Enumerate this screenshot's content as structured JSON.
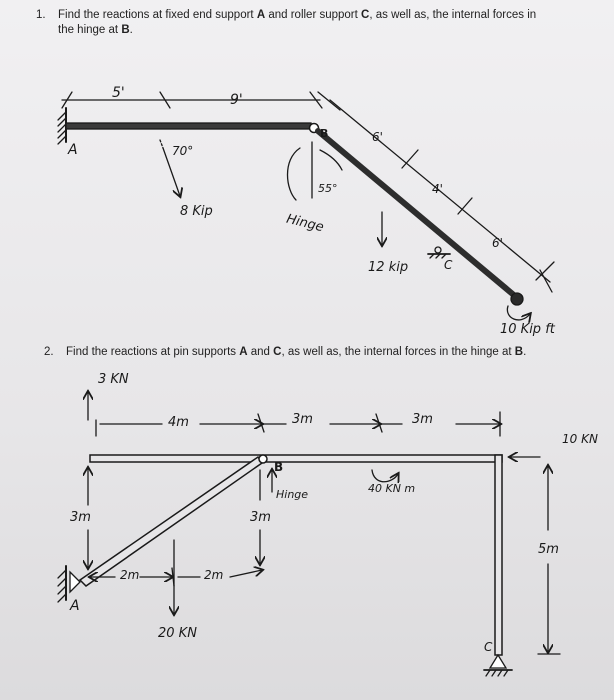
{
  "problem1": {
    "number": "1.",
    "text_a": "Find the reactions at fixed end support ",
    "A": "A",
    "text_b": " and roller support ",
    "C": "C",
    "text_c": ", as well as, the internal forces in",
    "text_d": "the hinge at ",
    "B": "B",
    "text_e": ".",
    "labels": {
      "support_A": "A",
      "dim_5": "5'",
      "dim_9": "9'",
      "hinge_B": "B",
      "dim_6_top": "6'",
      "dim_4": "4'",
      "dim_6_bottom": "6'",
      "angle_70": "70°",
      "load_8kip": "8 Kip",
      "angle_55": "55°",
      "hinge_word": "Hinge",
      "load_12kip": "12 kip",
      "roller_C": "C",
      "moment_10": "10 Kip ft"
    }
  },
  "problem2": {
    "number": "2.",
    "text_a": "Find the reactions at pin supports ",
    "A": "A",
    "text_b": " and ",
    "C": "C",
    "text_c": ", as well as, the internal forces in the hinge at ",
    "B": "B",
    "text_d": ".",
    "labels": {
      "load_3kn": "3 KN",
      "dim_4m": "4m",
      "dim_3m_a": "3m",
      "dim_3m_b": "3m",
      "load_10kn": "10 KN",
      "hinge_B": "B",
      "hinge_word": "Hinge",
      "moment_40": "40 KN m",
      "left_3m": "3m",
      "mid_3m": "3m",
      "right_5m": "5m",
      "dim_2m_a": "2m",
      "dim_2m_b": "2m",
      "support_A": "A",
      "load_20kn": "20 KN",
      "support_C": "C"
    }
  }
}
